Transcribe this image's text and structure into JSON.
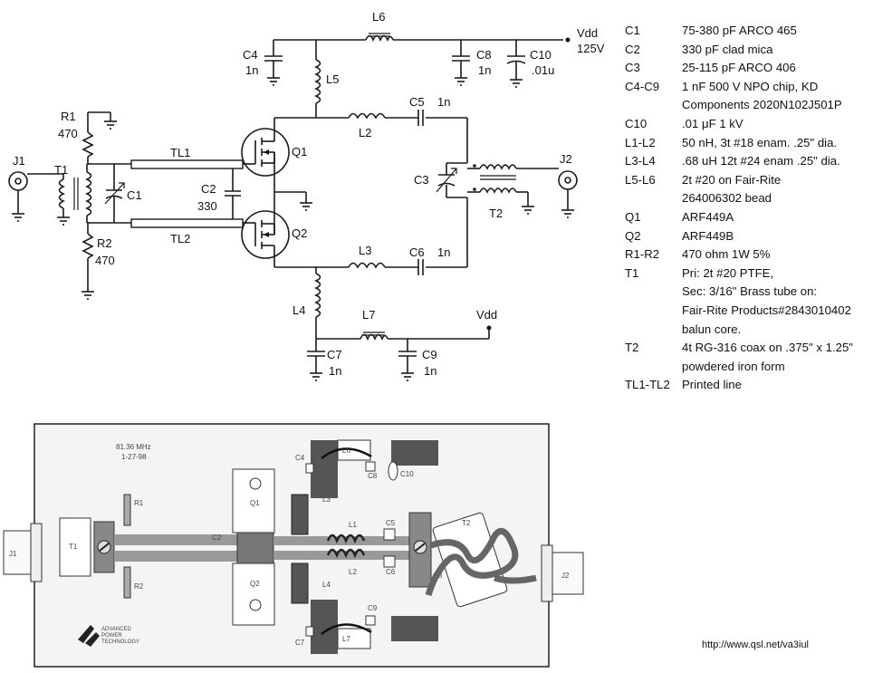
{
  "schematic": {
    "labels": {
      "vdd_top": "Vdd",
      "vdd_voltage": "125V",
      "vdd_bottom": "Vdd",
      "j1": "J1",
      "j2": "J2",
      "t1": "T1",
      "t2": "T2",
      "r1": "R1",
      "r1_value": "470",
      "r2": "R2",
      "r2_value": "470",
      "c1": "C1",
      "c2": "C2",
      "c2_value": "330",
      "c3": "C3",
      "c4": "C4",
      "c4_value": "1n",
      "c5": "C5",
      "c5_value": "1n",
      "c6": "C6",
      "c6_value": "1n",
      "c7": "C7",
      "c7_value": "1n",
      "c8": "C8",
      "c8_value": "1n",
      "c9": "C9",
      "c9_value": "1n",
      "c10": "C10",
      "c10_value": ".01u",
      "l2": "L2",
      "l3": "L3",
      "l4": "L4",
      "l5": "L5",
      "l6": "L6",
      "l7": "L7",
      "q1": "Q1",
      "q2": "Q2",
      "tl1": "TL1",
      "tl2": "TL2"
    }
  },
  "parts_list": [
    {
      "ref": "C1",
      "lines": [
        "75-380 pF ARCO 465"
      ]
    },
    {
      "ref": "C2",
      "lines": [
        "330 pF clad mica"
      ]
    },
    {
      "ref": "C3",
      "lines": [
        "25-115 pF ARCO 406"
      ]
    },
    {
      "ref": "C4-C9",
      "lines": [
        "1 nF 500 V NPO  chip, KD",
        "Components 2020N102J501P"
      ]
    },
    {
      "ref": "C10",
      "lines": [
        ".01 μF 1 kV"
      ]
    },
    {
      "ref": "L1-L2",
      "lines": [
        "50 nH,  3t #18 enam. .25\" dia."
      ]
    },
    {
      "ref": "L3-L4",
      "lines": [
        ".68 uH 12t #24 enam .25\" dia."
      ]
    },
    {
      "ref": "L5-L6",
      "lines": [
        "2t #20 on Fair-Rite",
        "264006302 bead"
      ]
    },
    {
      "ref": "Q1",
      "lines": [
        "ARF449A"
      ]
    },
    {
      "ref": "Q2",
      "lines": [
        "ARF449B"
      ]
    },
    {
      "ref": "R1-R2",
      "lines": [
        "470 ohm 1W 5%"
      ]
    },
    {
      "ref": "T1",
      "lines": [
        "Pri: 2t #20 PTFE,",
        "Sec: 3/16\" Brass tube on:",
        "Fair-Rite Products#2843010402",
        "balun core."
      ]
    },
    {
      "ref": "T2",
      "lines": [
        "4t RG-316 coax on .375\" x 1.25\"",
        "powdered iron form"
      ]
    },
    {
      "ref": "TL1-TL2",
      "lines": [
        "Printed line"
      ]
    }
  ],
  "layout_board": {
    "frequency": "81.36 MHz",
    "date": "1-27-98",
    "labels": {
      "j1": "J1",
      "j2": "J2",
      "t1": "T1",
      "t2": "T2",
      "r1": "R1",
      "r2": "R2",
      "q1": "Q1",
      "q2": "Q2",
      "l1": "L1",
      "l2": "L2",
      "l3": "L3",
      "l4": "L4",
      "l6": "L6",
      "l7": "L7",
      "c2": "C2",
      "c3": "C3",
      "c4": "C4",
      "c5": "C5",
      "c6": "C6",
      "c7": "C7",
      "c8": "C8",
      "c9": "C9",
      "c10": "C10"
    },
    "logo_text": [
      "ADVANCED",
      "POWER",
      "TECHNOLOGY"
    ]
  },
  "source_url": "http://www.qsl.net/va3iul"
}
